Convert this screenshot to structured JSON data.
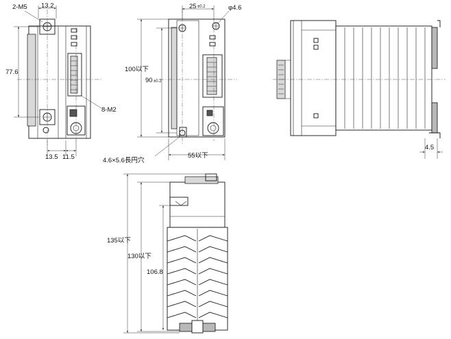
{
  "colors": {
    "line": "#111111",
    "shade": "#b8b8b8",
    "background": "#ffffff"
  },
  "dimensions": {
    "two_m5": "2-M5",
    "d_13_2": "13.2",
    "d_77_6": "77.6",
    "eight_m2": "8-M2",
    "d_13_5": "13.5",
    "d_11_5": "11.5",
    "d_25": "25",
    "d_25_tol": "±0.2",
    "phi_4_6": "φ4.6",
    "d_100": "100以下",
    "d_90": "90",
    "d_90_tol": "±0.2",
    "slot_hole": "4.6×5.6長円穴",
    "d_55": "55以下",
    "d_4_5": "4.5",
    "d_135": "135以下",
    "d_130": "130以下",
    "d_106_8": "106.8"
  }
}
